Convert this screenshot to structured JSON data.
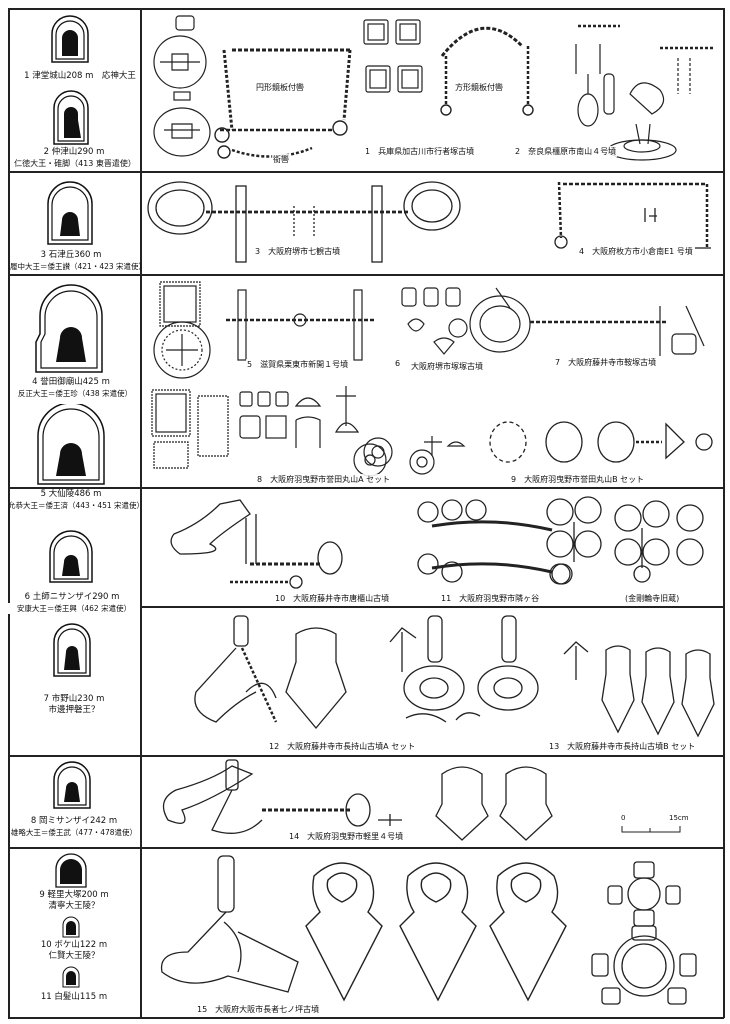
{
  "mounds": [
    {
      "id": "m1",
      "label": "1 津堂城山208 m　応神大王"
    },
    {
      "id": "m2",
      "label": "2 仲津山290 m",
      "sub": "仁徳大王・碓脚（413 東晋遣使）"
    },
    {
      "id": "m3",
      "label": "3 石津丘360 m",
      "sub": "履中大王＝倭王讃（421・423 宋遣使）"
    },
    {
      "id": "m4",
      "label": "4 誉田御廟山425 m",
      "sub": "反正大王＝倭王珍（438 宋遣使）"
    },
    {
      "id": "m5",
      "label": "5 大仙陵486 m",
      "sub": "允恭大王＝倭王済（443・451 宋遣使）"
    },
    {
      "id": "m6",
      "label": "6 土師ニサンザイ290 m",
      "sub": "安康大王＝倭王興（462 宋遣使）"
    },
    {
      "id": "m7",
      "label": "7 市野山230 m",
      "sub": "市邊押磐王？"
    },
    {
      "id": "m8",
      "label": "8 岡ミサンザイ242 m",
      "sub": "雄略大王＝倭王武（477・478遣使）"
    },
    {
      "id": "m9",
      "label": "9 軽里大塚200 m",
      "sub": "清寧大王陵？"
    },
    {
      "id": "m10",
      "label": "10 ボケ山122 m",
      "sub": "仁賢大王陵？"
    },
    {
      "id": "m11",
      "label": "11 白髪山115 m"
    }
  ],
  "captions": {
    "c_mirror_round": "円形鏡板付轡",
    "c_mirror_square": "方形鏡板付轡",
    "c_bit": "銜轡",
    "c1": "1　兵庫県加古川市行者塚古墳",
    "c2": "2　奈良県橿原市南山４号墳",
    "c3": "3　大阪府堺市七観古墳",
    "c4": "4　大阪府枚方市小倉南E1 号墳",
    "c5": "5　滋賀県栗東市新開１号墳",
    "c6": "6",
    "c6b": "大阪府堺市塚塚古墳",
    "c7": "7　大阪府藤井寺市鞍塚古墳",
    "c8": "8　大阪府羽曳野市誉田丸山A セット",
    "c9": "9　大阪府羽曳野市誉田丸山B セット",
    "c10": "10　大阪府藤井寺市唐櫃山古墳",
    "c11": "11　大阪府羽曳野市隣ヶ谷",
    "c11b": "(金剛輪寺旧蔵)",
    "c12": "12　大阪府藤井寺市長持山古墳A セット",
    "c13": "13　大阪府藤井寺市長持山古墳B セット",
    "c14": "14　大阪府羽曳野市軽里４号墳",
    "c15": "15　大阪府大阪市長者七ノ坪古墳",
    "scale_0": "0",
    "scale_15": "15cm"
  }
}
